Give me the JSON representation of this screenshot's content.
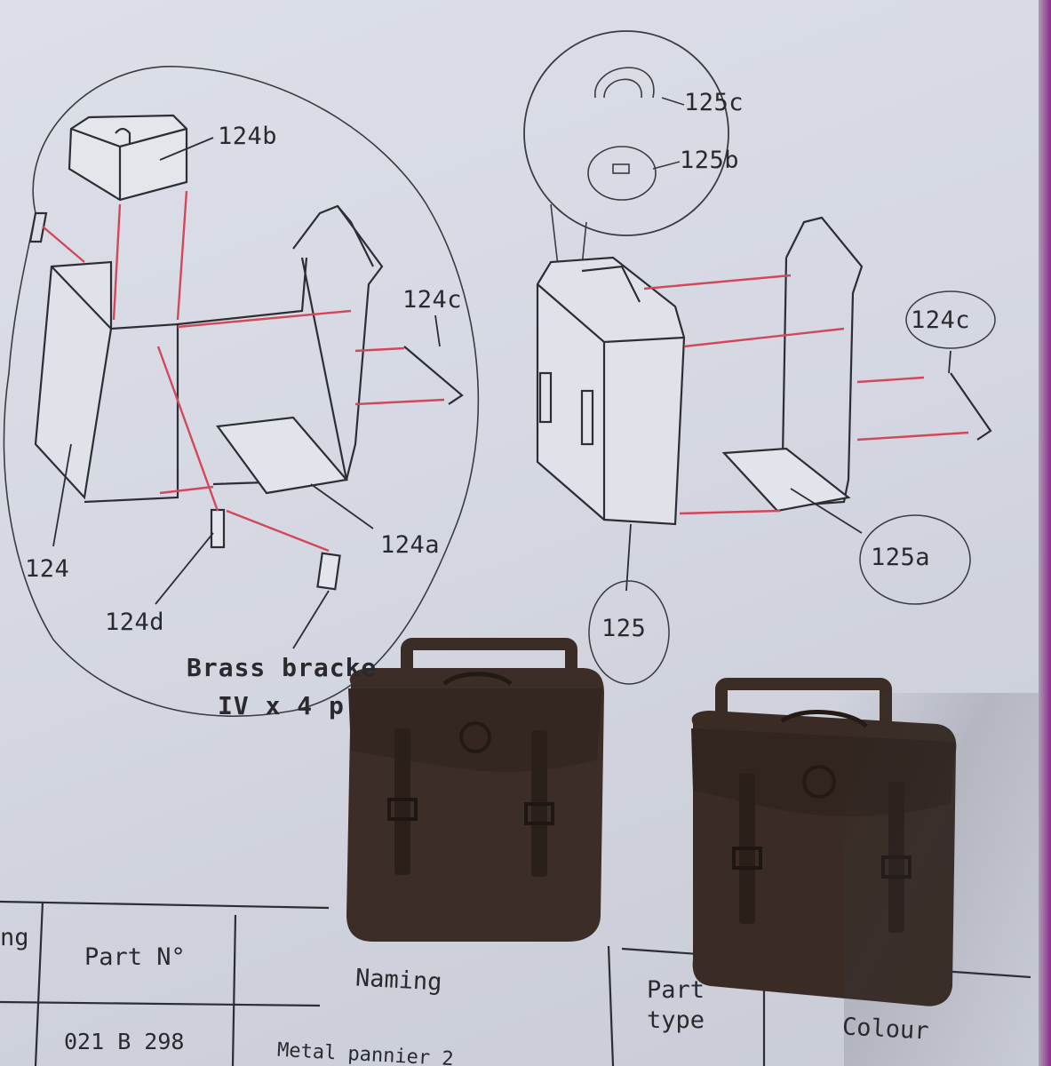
{
  "diagram": {
    "left_labels": {
      "b": "124b",
      "c": "124c",
      "main": "124",
      "a": "124a",
      "d": "124d"
    },
    "note_line1": "Brass bracke",
    "note_line2": "IV x 4 p",
    "right_labels": {
      "c_detail": "125c",
      "b_detail": "125b",
      "c": "124c",
      "main": "125",
      "a": "125a"
    }
  },
  "parts_table": {
    "headers": {
      "col0": "ng",
      "part_no": "Part N°",
      "naming": "Naming",
      "part_type": "Part type",
      "colour": "Colour"
    },
    "row1": {
      "part_no": "021 B 298",
      "naming": "Metal pannier 2"
    }
  },
  "colors": {
    "paper": "#d8dbe4",
    "leader_red": "#d2485a",
    "ink": "#2a2a2e",
    "leather_brown": "#3a2c24",
    "page_edge_magenta": "#8a2a8c"
  }
}
